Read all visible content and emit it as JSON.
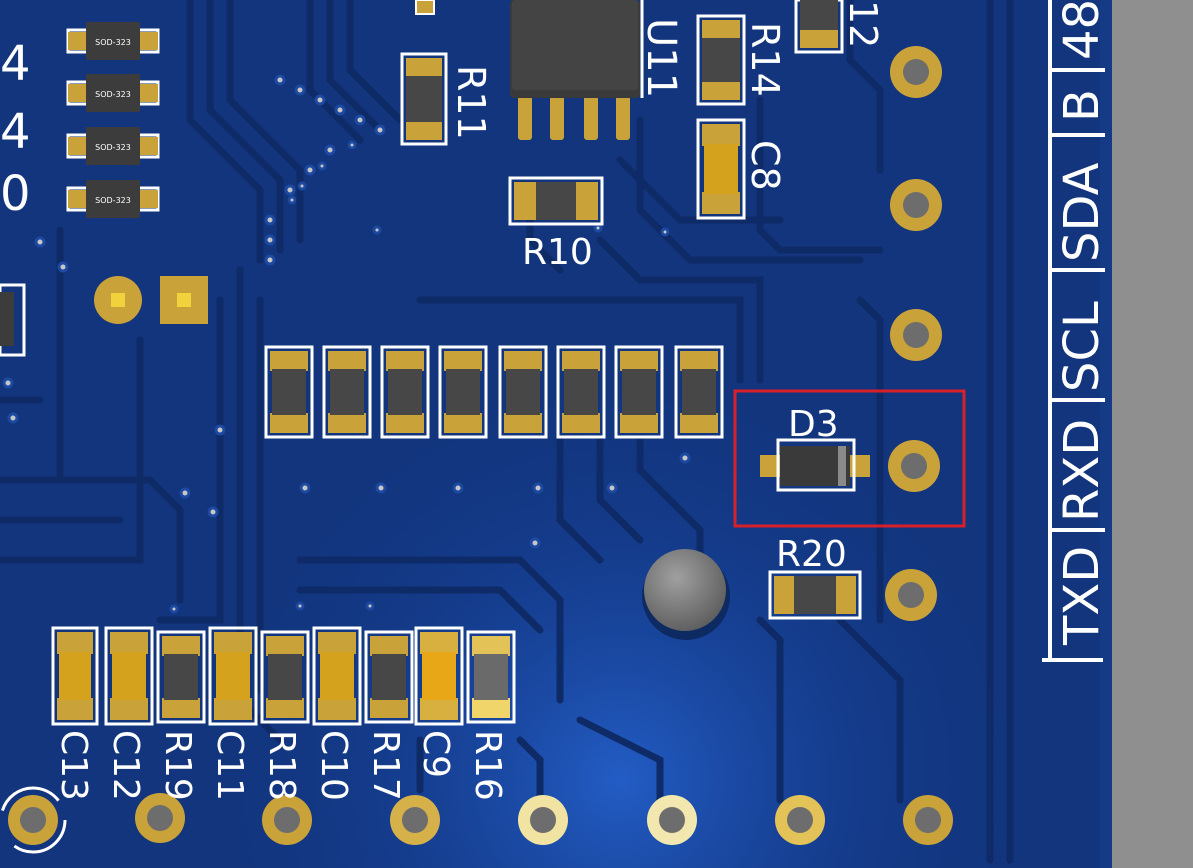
{
  "colors": {
    "board": "#12357e",
    "board_glow": "#1d57c0",
    "trace": "#0f2e6f",
    "trace_edge": "#2a55a8",
    "copper": "#c9a23a",
    "copper_light": "#e8c664",
    "silkscreen": "#ffffff",
    "resistor_body": "#454545",
    "capacitor_body": "#d4a21c",
    "outside": "#8f8f8f",
    "highlight_box": "#d8202b"
  },
  "labels": {
    "u11": "U11",
    "r11": "R11",
    "r14": "R14",
    "r10": "R10",
    "c8": "C8",
    "d3": "D3",
    "r20": "R20",
    "r12_partial": "12",
    "c13": "C13",
    "c12": "C12",
    "r19": "R19",
    "c11": "C11",
    "r18": "R18",
    "c10": "C10",
    "r17": "R17",
    "c9": "C9",
    "r16": "R16",
    "left_partial_1": "4",
    "left_partial_2": "4",
    "left_partial_3": "0"
  },
  "diode_marks": [
    "SOD-323",
    "SOD-323",
    "SOD-323",
    "SOD-323"
  ],
  "connector_labels": {
    "txd": "TXD",
    "rxd": "RXD",
    "scl": "SCL",
    "sda": "SDA",
    "b": "B",
    "top_partial": "48"
  }
}
